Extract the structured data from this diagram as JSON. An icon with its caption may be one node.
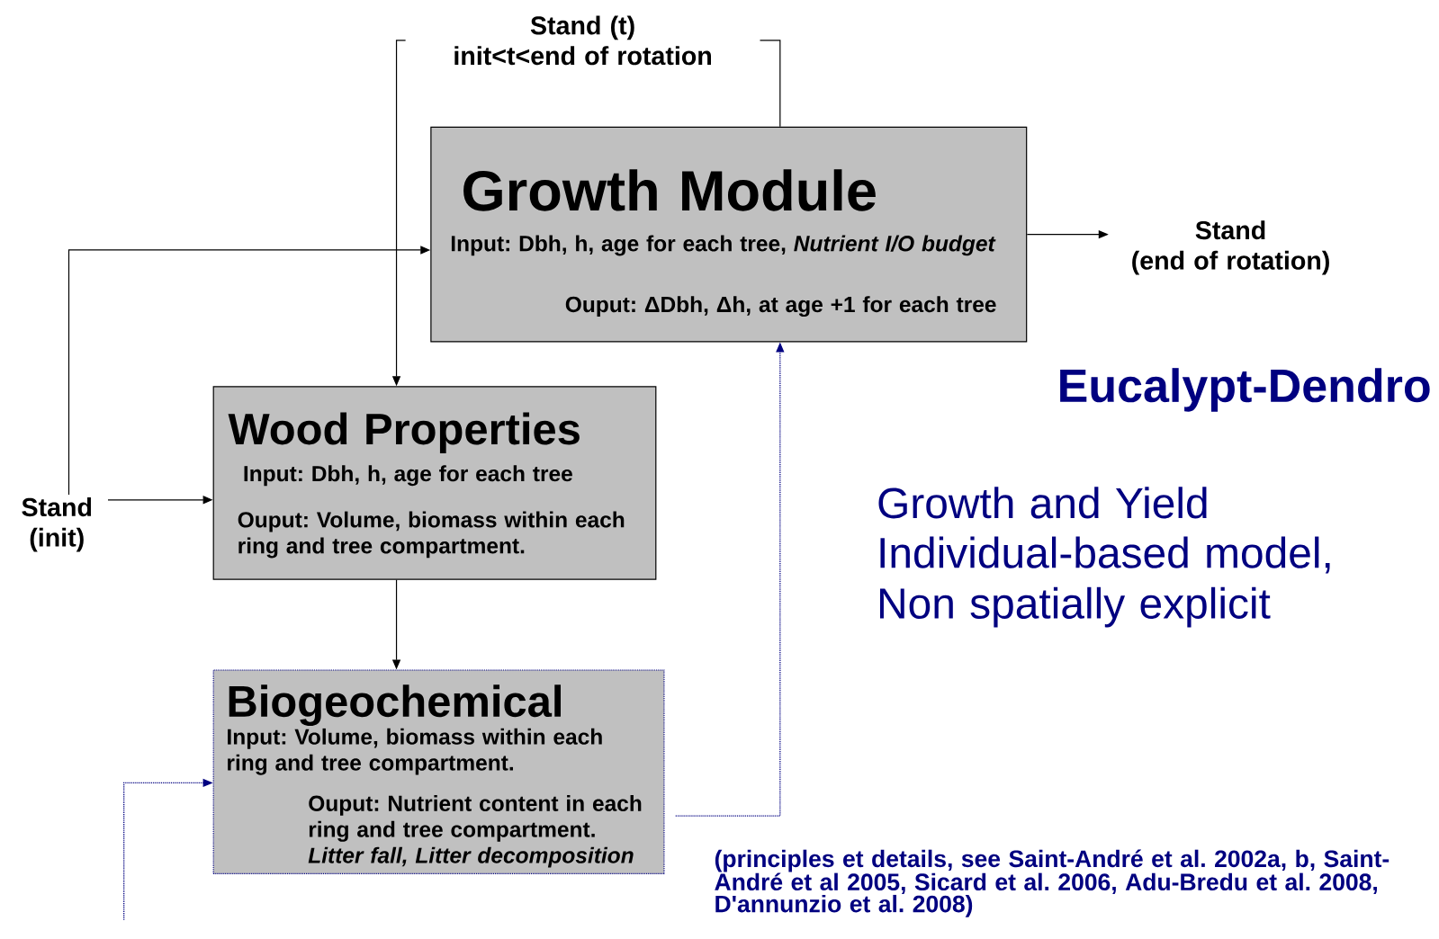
{
  "diagram": {
    "nodes": [
      {
        "text": [
          "Stand (t)",
          "init<t<end of rotation"
        ]
      },
      {
        "text": [
          "Growth Module",
          "Input: Dbh, h, age for each tree, *Nutrient I/O budget*",
          "Ouput: ΔDbh, Δh, at age +1 for each tree"
        ]
      },
      {
        "text": [
          "Stand",
          "(end of rotation)"
        ]
      },
      {
        "text": [
          "Wood Properties",
          "Input: Dbh, h, age for each tree",
          "Ouput: Volume, biomass within each ring and tree compartment."
        ]
      },
      {
        "text": [
          "Stand (init)"
        ]
      },
      {
        "text": [
          "Biogeochemical",
          "Input: Volume, biomass within each ring and tree compartment.",
          "Ouput: Nutrient content in each ring and tree compartment. *Litter fall, Litter decomposition*"
        ]
      }
    ],
    "edges": [
      {
        "from": 1,
        "to": 0,
        "arrow": "none"
      },
      {
        "from": 0,
        "to": 3,
        "arrow": "to"
      },
      {
        "from": 1,
        "to": 2,
        "arrow": "to"
      },
      {
        "from": 4,
        "to": 3,
        "arrow": "to"
      },
      {
        "from": 4,
        "to": 1,
        "arrow": "to"
      },
      {
        "from": 3,
        "to": 5,
        "arrow": "to"
      },
      {
        "from": 5,
        "to": 1,
        "arrow": "to",
        "style": "dashed",
        "color": "#000080"
      },
      {
        "from": null,
        "to": 5,
        "arrow": "to",
        "style": "dashed",
        "color": "#000080"
      }
    ],
    "labels": [
      "Eucalypt-Dendro",
      "Growth and Yield",
      "Individual-based model,",
      "Non spatially explicit",
      "(principles et details, see Saint-André et al. 2002a, b, Saint-André et al 2005, Sicard et al. 2006, Adu-Bredu et al. 2008, D'annunzio et al. 2008)"
    ]
  }
}
